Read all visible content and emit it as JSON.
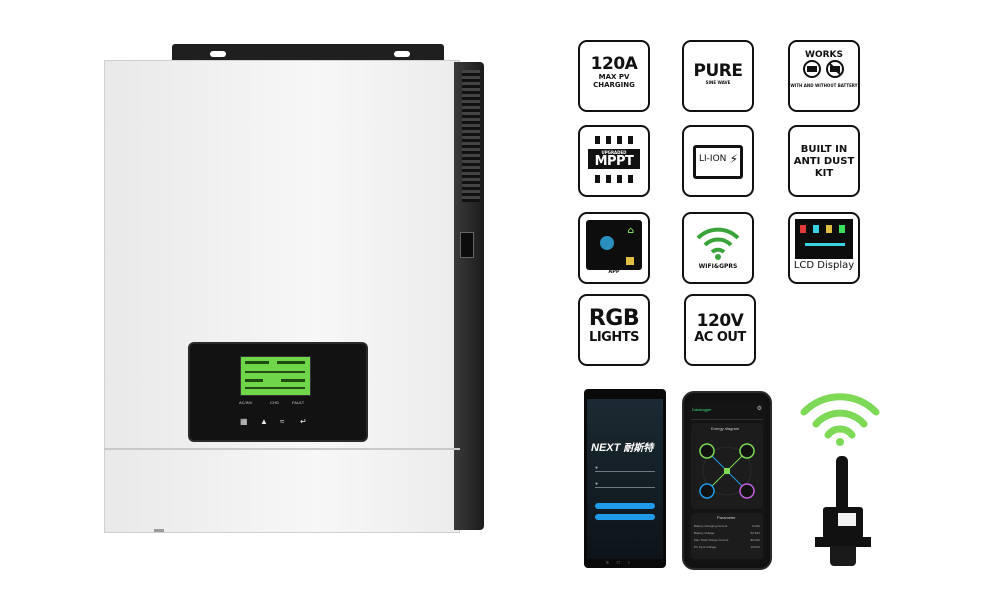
{
  "inverter": {
    "indicator_labels": [
      "AC/INV",
      "CHG",
      "FAULT"
    ],
    "button_icons": [
      "menu-icon",
      "up-icon",
      "down-icon",
      "enter-icon"
    ]
  },
  "features": [
    {
      "big": "120A",
      "line2": "MAX PV",
      "line3": "CHARGING"
    },
    {
      "big": "PURE",
      "line2": "SINE WAVE"
    },
    {
      "line1": "WORKS",
      "line3": "WITH AND WITHOUT BATTERY"
    },
    {
      "line1": "UPGRADED",
      "big": "MPPT"
    },
    {
      "line1": "LI-ION"
    },
    {
      "line1": "BUILT IN",
      "line2": "ANTI DUST",
      "line3": "KIT"
    },
    {
      "line1": "APP"
    },
    {
      "line1": "WIFI&GPRS"
    },
    {
      "line1": "LCD Display"
    },
    {
      "big": "RGB",
      "line2": "LIGHTS"
    },
    {
      "big": "120V",
      "line2": "AC OUT"
    }
  ],
  "phone1": {
    "brand": "NEXT",
    "brand_cn": "耐斯特"
  },
  "phone2": {
    "title": "Datalogger",
    "section": "Energy diagram",
    "param_title": "Parameter",
    "params": [
      {
        "label": "Battery Charging Current",
        "value": "0.00A"
      },
      {
        "label": "Battery Voltage",
        "value": "52.30V"
      },
      {
        "label": "Max Total Charge Current",
        "value": "80.00A"
      },
      {
        "label": "PV Input Voltage",
        "value": "120.0V"
      }
    ]
  },
  "colors": {
    "lcd_green": "#6fd64a",
    "wifi_green": "#7ed957",
    "app_blue": "#1e9be9"
  }
}
